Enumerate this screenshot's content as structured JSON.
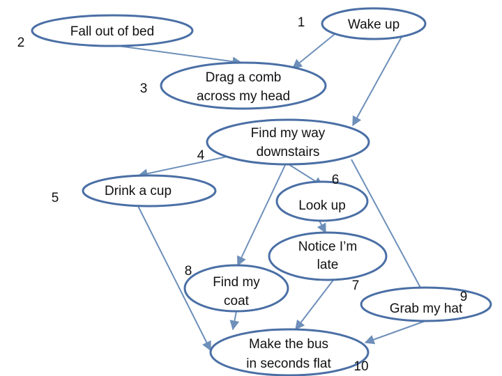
{
  "colors": {
    "node_border": "#4a6fa5",
    "edge": "#6d8fb9",
    "text": "#111111"
  },
  "nodes": [
    {
      "id": "wake-up",
      "number": "1",
      "lines": [
        "Wake up"
      ]
    },
    {
      "id": "fall-out-of-bed",
      "number": "2",
      "lines": [
        "Fall out of bed"
      ]
    },
    {
      "id": "drag-a-comb",
      "number": "3",
      "lines": [
        "Drag a comb",
        "across my head"
      ]
    },
    {
      "id": "find-my-way-downstairs",
      "number": "4",
      "lines": [
        "Find my way",
        "downstairs"
      ]
    },
    {
      "id": "drink-a-cup",
      "number": "5",
      "lines": [
        "Drink a cup"
      ]
    },
    {
      "id": "look-up",
      "number": "6",
      "lines": [
        "Look up"
      ]
    },
    {
      "id": "notice-im-late",
      "number": "7",
      "lines": [
        "Notice I’m",
        "late"
      ]
    },
    {
      "id": "find-my-coat",
      "number": "8",
      "lines": [
        "Find my",
        "coat"
      ]
    },
    {
      "id": "grab-my-hat",
      "number": "9",
      "lines": [
        "Grab my hat"
      ]
    },
    {
      "id": "make-the-bus",
      "number": "10",
      "lines": [
        "Make the bus",
        "in seconds flat"
      ]
    }
  ],
  "edges": [
    {
      "from": "fall-out-of-bed",
      "to": "drag-a-comb"
    },
    {
      "from": "wake-up",
      "to": "drag-a-comb"
    },
    {
      "from": "wake-up",
      "to": "find-my-way-downstairs"
    },
    {
      "from": "find-my-way-downstairs",
      "to": "drink-a-cup"
    },
    {
      "from": "find-my-way-downstairs",
      "to": "look-up"
    },
    {
      "from": "find-my-way-downstairs",
      "to": "find-my-coat"
    },
    {
      "from": "find-my-way-downstairs",
      "to": "grab-my-hat"
    },
    {
      "from": "look-up",
      "to": "notice-im-late"
    },
    {
      "from": "drink-a-cup",
      "to": "make-the-bus"
    },
    {
      "from": "find-my-coat",
      "to": "make-the-bus"
    },
    {
      "from": "notice-im-late",
      "to": "make-the-bus"
    },
    {
      "from": "grab-my-hat",
      "to": "make-the-bus"
    }
  ]
}
